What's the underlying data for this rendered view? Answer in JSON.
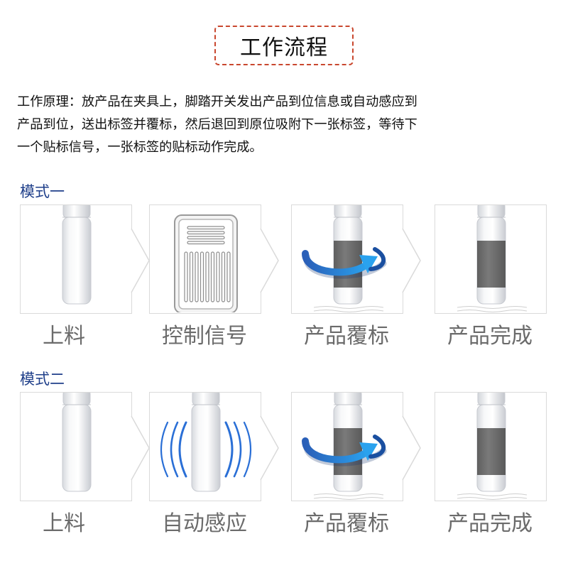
{
  "title": "工作流程",
  "principle": {
    "lines": [
      "工作原理：放产品在夹具上，脚踏开关发出产品到位信息或自动感应到",
      "产品到位，送出标签并覆标，然后退回到原位吸附下一张标签，等待下",
      "一个贴标信号，一张标签的贴标动作完成。"
    ]
  },
  "modes": [
    {
      "name": "模式一",
      "steps": [
        {
          "label": "上料",
          "icon": "bottle-icon"
        },
        {
          "label": "控制信号",
          "icon": "foot-pedal-icon"
        },
        {
          "label": "产品覆标",
          "icon": "labeling-icon"
        },
        {
          "label": "产品完成",
          "icon": "labeled-bottle-icon"
        }
      ]
    },
    {
      "name": "模式二",
      "steps": [
        {
          "label": "上料",
          "icon": "bottle-icon"
        },
        {
          "label": "自动感应",
          "icon": "sensor-bottle-icon"
        },
        {
          "label": "产品覆标",
          "icon": "labeling-icon"
        },
        {
          "label": "产品完成",
          "icon": "labeled-bottle-icon"
        }
      ]
    }
  ],
  "colors": {
    "title_border": "#c9472e",
    "mode_label": "#1f3f8a",
    "arrow_blue": "#1e6fd0",
    "label_band": "#6b6b6b",
    "step_label": "#6b6b6b"
  }
}
